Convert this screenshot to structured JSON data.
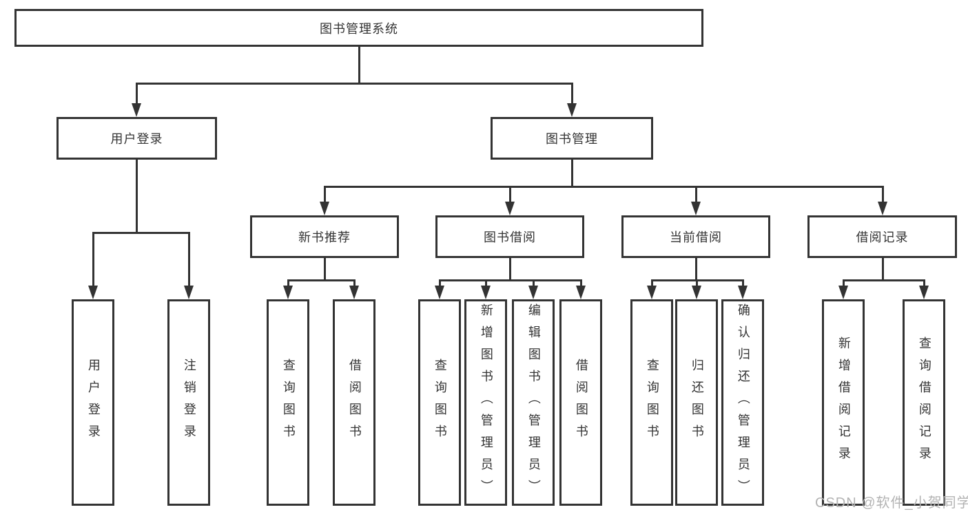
{
  "page": {
    "background": "#ffffff",
    "line_color": "#333333",
    "box_border_color": "#333333",
    "text_color": "#333333"
  },
  "watermark": {
    "text": "CSDN @软件_小贺同学",
    "color": "#b3b3b3"
  },
  "tree": {
    "label": "图书管理系统",
    "children": [
      {
        "label": "用户登录",
        "children": [
          {
            "label": "用户登录"
          },
          {
            "label": "注销登录"
          }
        ]
      },
      {
        "label": "图书管理",
        "children": [
          {
            "label": "新书推荐",
            "children": [
              {
                "label": "查询图书"
              },
              {
                "label": "借阅图书"
              }
            ]
          },
          {
            "label": "图书借阅",
            "children": [
              {
                "label": "查询图书"
              },
              {
                "label": "新增图书（管理员）"
              },
              {
                "label": "编辑图书（管理员）"
              },
              {
                "label": "借阅图书"
              }
            ]
          },
          {
            "label": "当前借阅",
            "children": [
              {
                "label": "查询图书"
              },
              {
                "label": "归还图书"
              },
              {
                "label": "确认归还（管理员）"
              }
            ]
          },
          {
            "label": "借阅记录",
            "children": [
              {
                "label": "新增借阅记录"
              },
              {
                "label": "查询借阅记录"
              }
            ]
          }
        ]
      }
    ]
  }
}
